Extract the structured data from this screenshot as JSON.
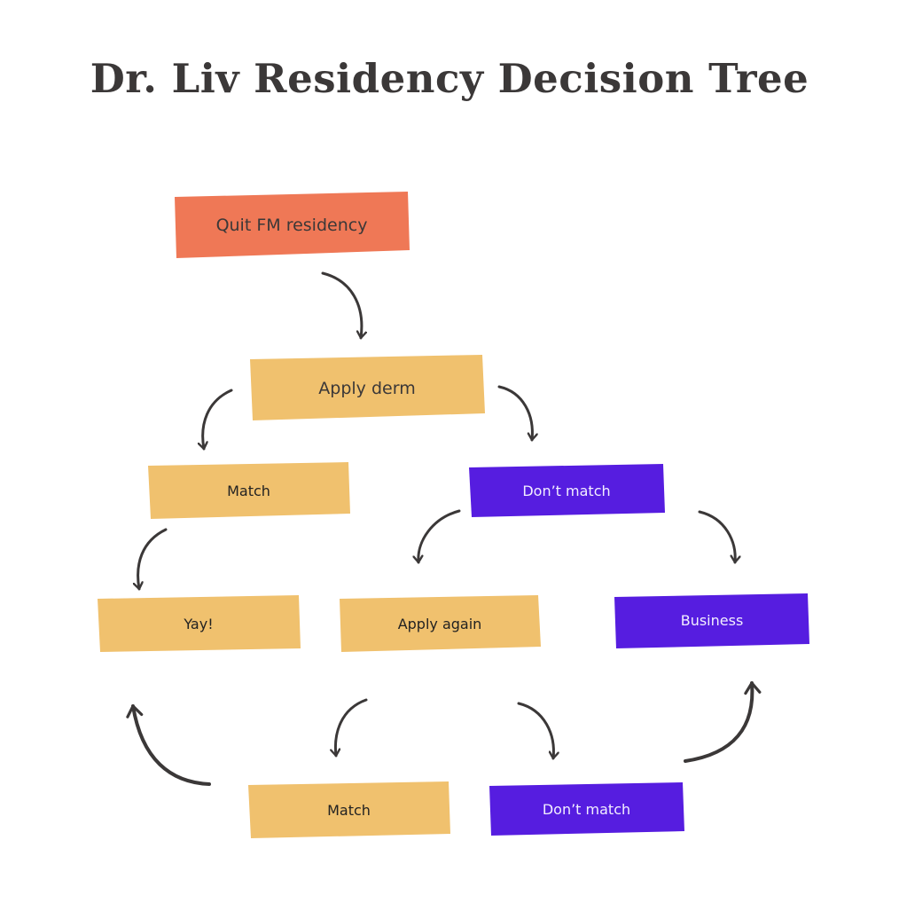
{
  "title": "Dr. Liv Residency Decision Tree",
  "colors": {
    "start": "#ef7856",
    "yellow": "#f0c16e",
    "purple": "#561de0",
    "arrow": "#3b3838",
    "title": "#3b3838"
  },
  "nodes": {
    "quit": "Quit FM residency",
    "apply_derm": "Apply derm",
    "match_1": "Match",
    "dont_match_1": "Don’t match",
    "yay": "Yay!",
    "apply_again": "Apply again",
    "business": "Business",
    "match_2": "Match",
    "dont_match_2": "Don’t match"
  }
}
